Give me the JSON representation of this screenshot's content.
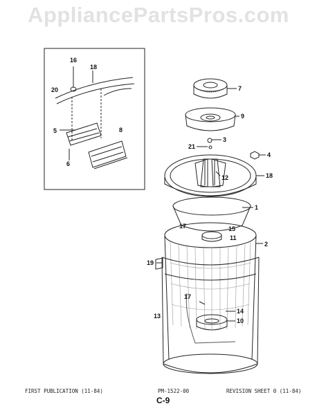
{
  "watermark": "AppliancePartsPros.com",
  "footer": {
    "left": "FIRST PUBLICATION (11-84)",
    "center": "PM-1522-00",
    "right": "REVISION SHEET 0 (11-84)",
    "page": "C-9"
  },
  "callouts": [
    "16",
    "18",
    "20",
    "5",
    "8",
    "6",
    "7",
    "9",
    "3",
    "21",
    "4",
    "12",
    "18",
    "1",
    "17",
    "15",
    "11",
    "2",
    "19",
    "17",
    "14",
    "13",
    "10"
  ]
}
